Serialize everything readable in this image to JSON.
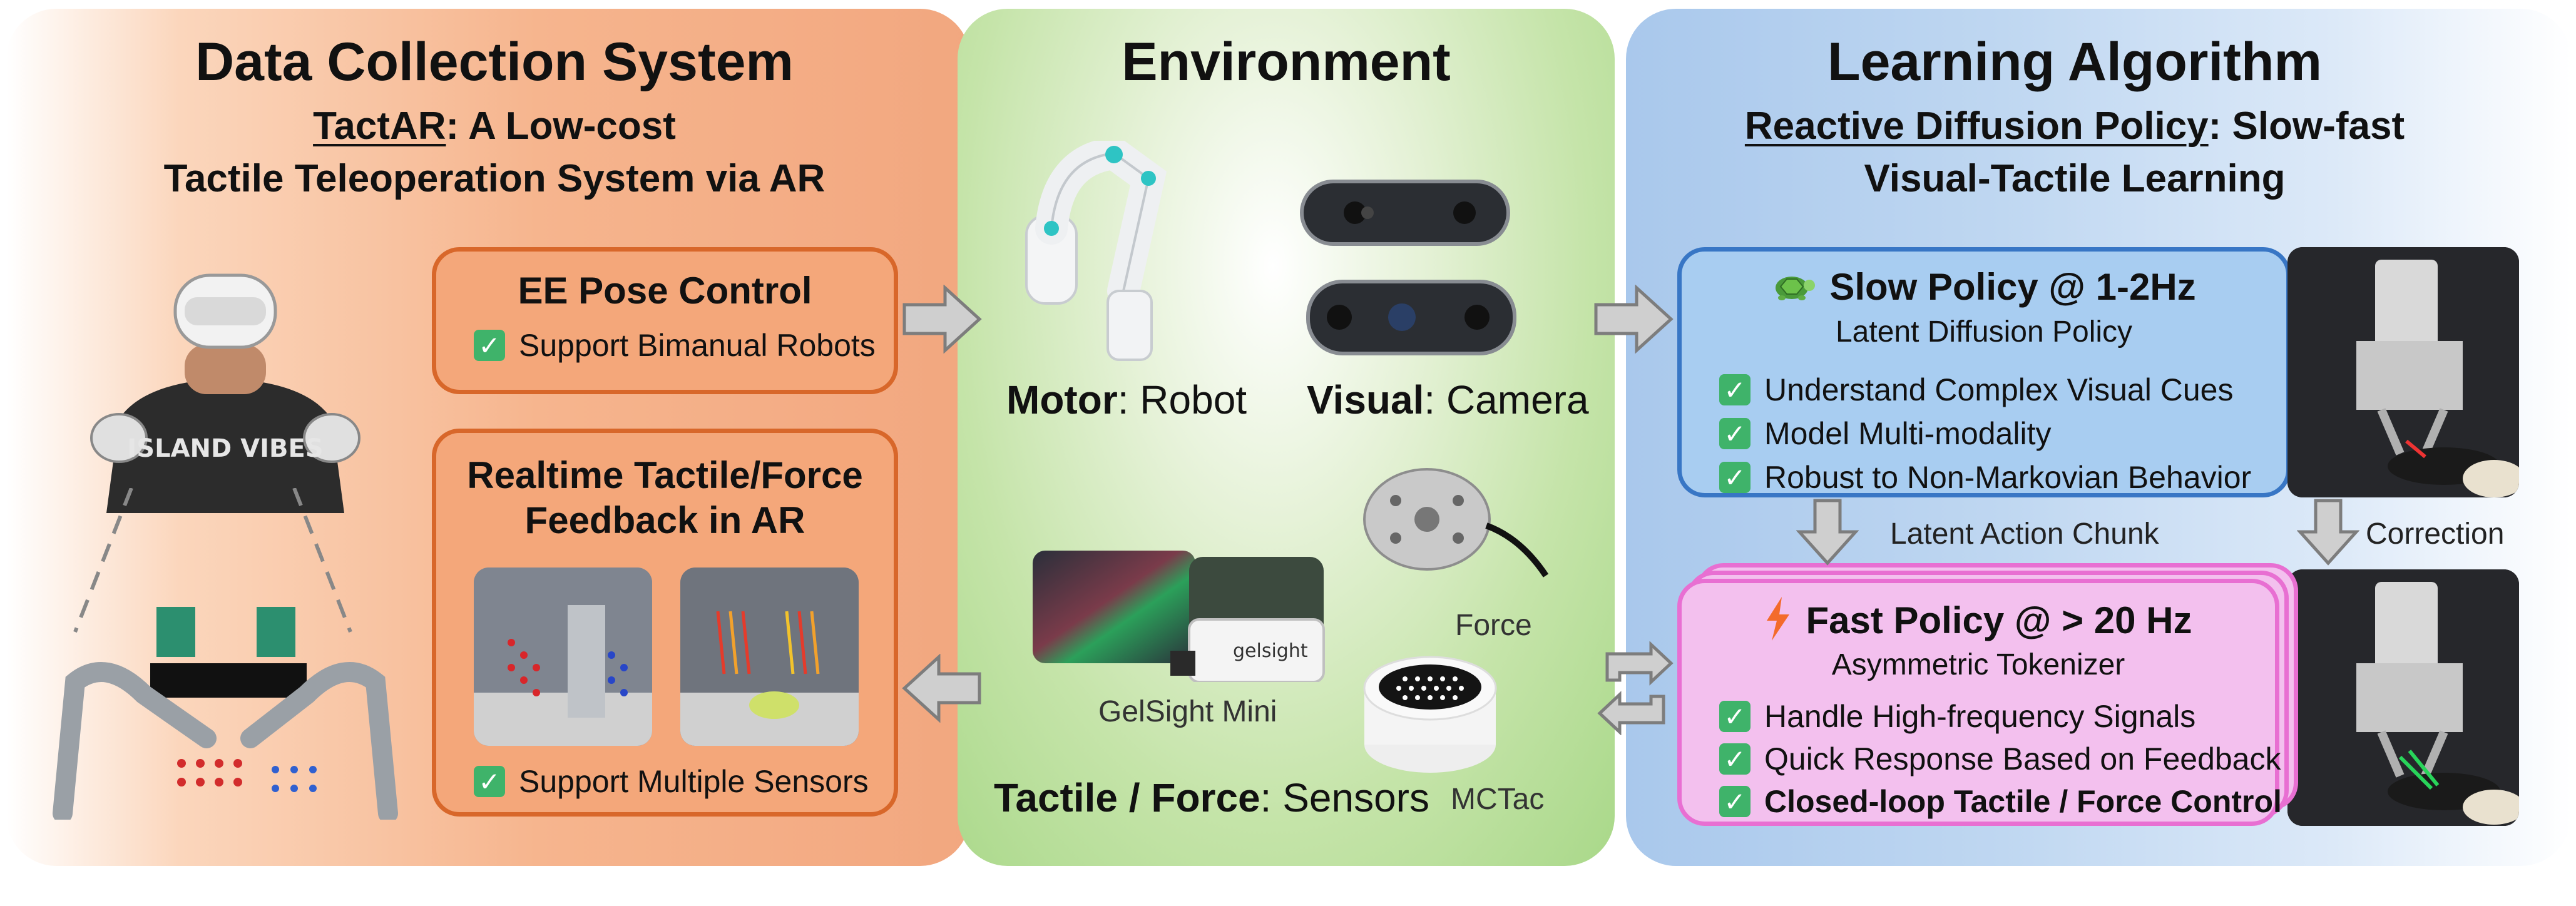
{
  "left": {
    "title": "Data Collection System",
    "subtitle_link": "TactAR",
    "subtitle_rest": ": A Low-cost",
    "subtitle_line2": "Tactile Teleoperation System via AR",
    "shirt_text": "ISLAND VIBES",
    "box_pose": {
      "title": "EE Pose Control",
      "items": [
        "Support Bimanual Robots"
      ]
    },
    "box_feedback": {
      "title_line1": "Realtime Tactile/Force",
      "title_line2": "Feedback in AR",
      "items": [
        "Support Multiple Sensors"
      ]
    }
  },
  "middle": {
    "title": "Environment",
    "motor_bold": "Motor",
    "motor_rest": ": Robot",
    "visual_bold": "Visual",
    "visual_rest": ": Camera",
    "force_label": "Force",
    "gelsight_label": "GelSight Mini",
    "gelsight_brand": "gelsight",
    "mctac_label": "MCTac",
    "tactile_bold": "Tactile / Force",
    "tactile_rest": ": Sensors"
  },
  "right": {
    "title": "Learning Algorithm",
    "subtitle_link": "Reactive Diffusion Policy",
    "subtitle_rest": ": Slow-fast",
    "subtitle_line2": "Visual-Tactile Learning",
    "slow": {
      "title": "Slow Policy @ 1-2Hz",
      "subtitle": "Latent Diffusion Policy",
      "items": [
        "Understand Complex Visual Cues",
        "Model Multi-modality",
        "Robust to Non-Markovian Behavior"
      ]
    },
    "latent_chunk_label": "Latent Action Chunk",
    "correction_label": "Correction",
    "fast": {
      "title": "Fast Policy @ > 20 Hz",
      "subtitle": "Asymmetric Tokenizer",
      "items": [
        "Handle High-frequency Signals",
        "Quick Response Based on Feedback",
        "Closed-loop Tactile / Force Control"
      ]
    }
  },
  "colors": {
    "orange_border": "#d8672a",
    "blue_border": "#3876c5",
    "pink_border": "#e86fd2",
    "check_green": "#3fb36a",
    "arrow_gray": "#c9c9c9"
  },
  "icons": [
    "check-icon",
    "turtle-icon",
    "lightning-icon",
    "arrow-right-icon",
    "arrow-left-icon",
    "arrow-down-icon",
    "exchange-arrows-icon"
  ]
}
